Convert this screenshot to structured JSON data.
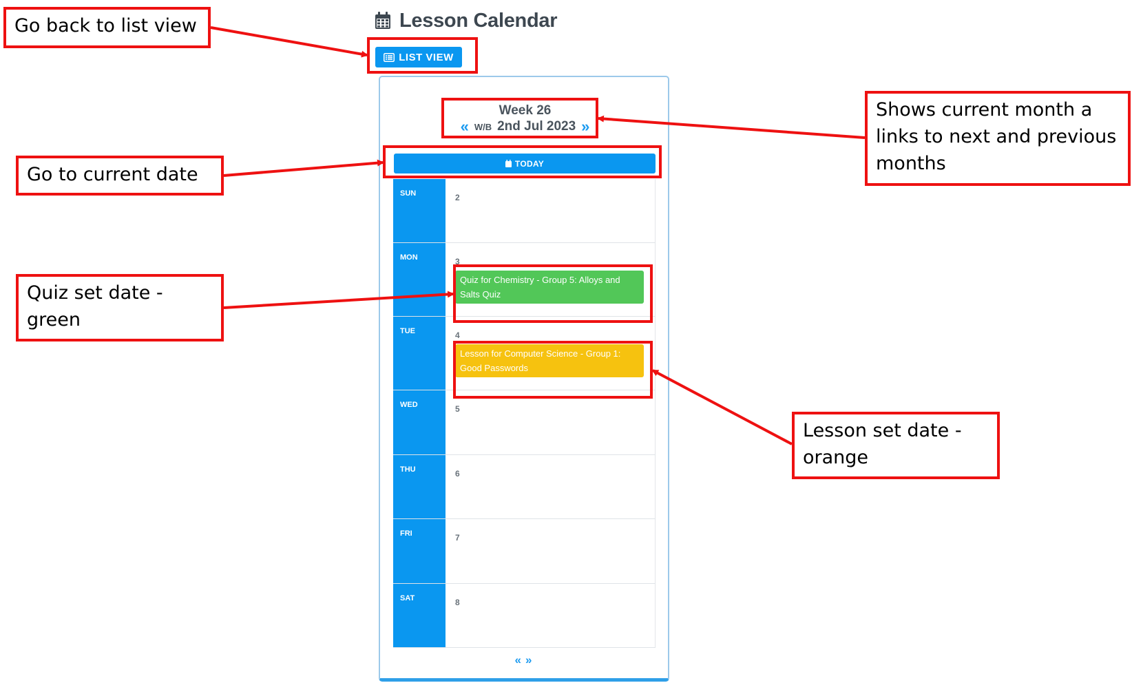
{
  "header": {
    "title": "Lesson Calendar",
    "list_view_label": "LIST VIEW"
  },
  "calendar": {
    "week_label": "Week 26",
    "wb_prefix": "W/B",
    "wb_date": "2nd Jul 2023",
    "prev_glyph": "«",
    "next_glyph": "»",
    "today_label": "TODAY",
    "days": [
      {
        "name": "SUN",
        "num": "2"
      },
      {
        "name": "MON",
        "num": "3"
      },
      {
        "name": "TUE",
        "num": "4"
      },
      {
        "name": "WED",
        "num": "5"
      },
      {
        "name": "THU",
        "num": "6"
      },
      {
        "name": "FRI",
        "num": "7"
      },
      {
        "name": "SAT",
        "num": "8"
      }
    ],
    "events": {
      "quiz": "Quiz for Chemistry - Group 5: Alloys and Salts Quiz",
      "lesson": "Lesson for Computer Science - Group 1: Good Passwords"
    },
    "event_colors": {
      "quiz": "#52c758",
      "lesson": "#f6c20f"
    },
    "accent": "#0a97f0"
  },
  "annotations": {
    "list_view": "Go back to list view",
    "months": "Shows current month a links to next and previous months",
    "today": "Go to current date",
    "quiz": "Quiz set date - green",
    "lesson": "Lesson set date - orange"
  },
  "icons": {
    "title": "calendar-icon",
    "list_view": "list-icon",
    "today": "calendar-icon"
  }
}
